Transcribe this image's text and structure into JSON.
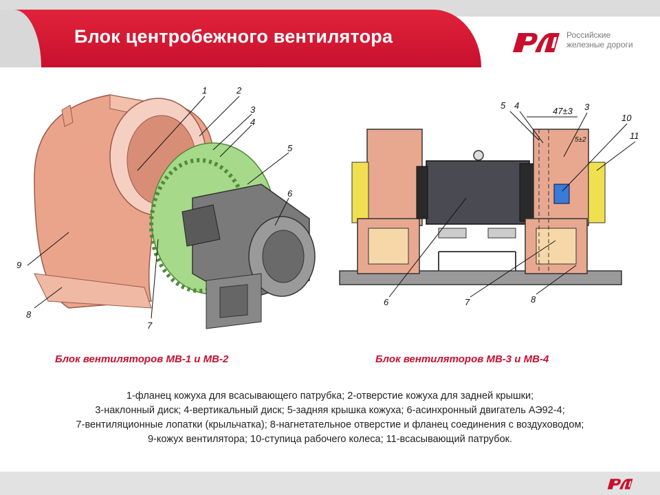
{
  "header": {
    "title": "Блок центробежного вентилятора",
    "brand_line1": "Российские",
    "brand_line2": "железные дороги"
  },
  "left_figure": {
    "caption": "Блок вентиляторов МВ-1 и МВ-2",
    "labels": [
      "1",
      "2",
      "3",
      "4",
      "5",
      "6",
      "7",
      "8",
      "9"
    ]
  },
  "right_figure": {
    "caption": "Блок вентиляторов МВ-3 и МВ-4",
    "labels": [
      "5",
      "4",
      "3",
      "10",
      "11",
      "6",
      "7",
      "8"
    ],
    "dimension_1": "47±3",
    "dimension_2": "5±2"
  },
  "legend": {
    "line1": "1-фланец кожуха для всасывающего патрубка; 2-отверстие кожуха для задней крышки;",
    "line2": "3-наклонный диск; 4-вертикальный диск; 5-задняя крышка кожуха; 6-асинхронный двигатель АЭ92-4;",
    "line3": "7-вентиляционные лопатки (крыльчатка);  8-нагнетательное отверстие и фланец соединения с воздуховодом;",
    "line4": "9-кожух вентилятора;  10-ступица рабочего колеса; 11-всасывающий патрубок."
  },
  "colors": {
    "brand_red": "#c8102e",
    "housing": "#e8a890",
    "impeller": "#a8d88a",
    "motor": "#3a3a3a"
  }
}
